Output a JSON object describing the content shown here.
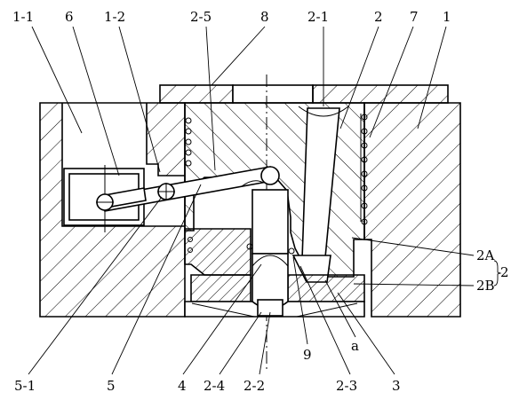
{
  "diagram": {
    "labels": {
      "l_1_1": "1-1",
      "l_6": "6",
      "l_1_2": "1-2",
      "l_2_5": "2-5",
      "l_8": "8",
      "l_2_1": "2-1",
      "l_2": "2",
      "l_7": "7",
      "l_1": "1",
      "l_2A": "2A",
      "l_2B": "2B",
      "l_2_bracket": "2",
      "l_5_1": "5-1",
      "l_5": "5",
      "l_4": "4",
      "l_2_4": "2-4",
      "l_2_2": "2-2",
      "l_9": "9",
      "l_2_3": "2-3",
      "l_a": "a",
      "l_3": "3"
    },
    "colors": {
      "line": "#000000",
      "background": "#ffffff",
      "hatch": "#000000"
    }
  }
}
